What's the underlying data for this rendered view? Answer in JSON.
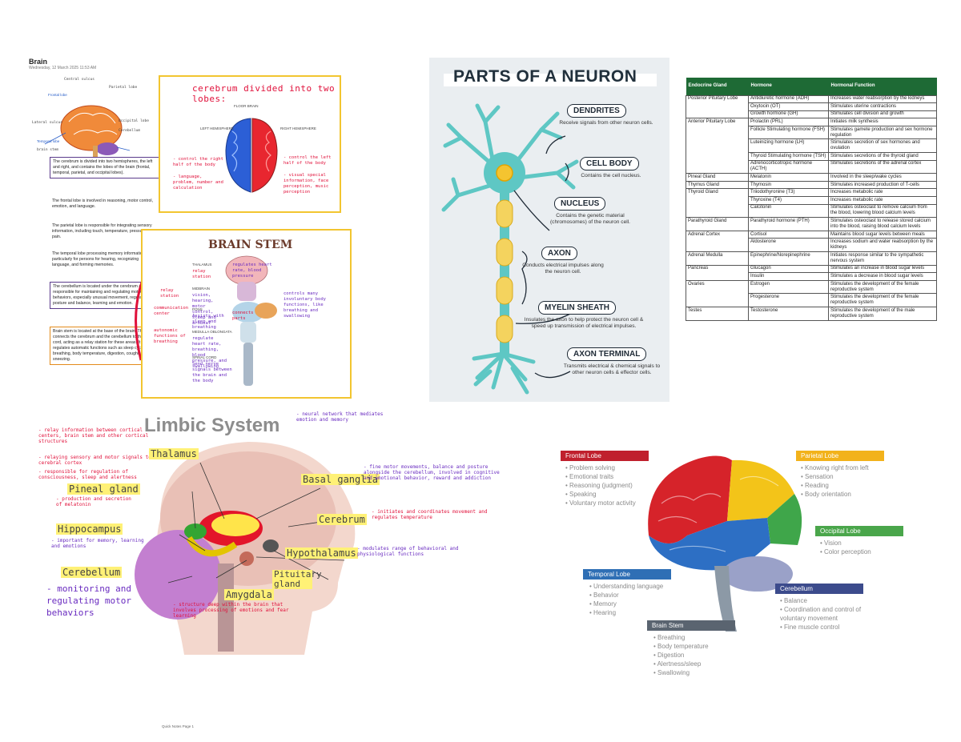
{
  "brain_notes": {
    "heading": "Brain",
    "subheading": "Wednesday, 12 March 2025    11:53 AM",
    "sketch_labels": {
      "frontal": "Frontal lobe",
      "parietal": "Parietal lobe",
      "occipital": "Occipital lobe",
      "temporal": "Temporal lobe",
      "cerebellum": "Cerebellum",
      "brainstem": "brain stem",
      "central": "Central sulcus",
      "lateral": "Lateral sulcus"
    },
    "notes": [
      "The cerebrum is divided into two hemispheres, the left and right, and contains the lobes of the brain (frontal, temporal, parietal, and occipital lobes).",
      "The frontal lobe is involved in reasoning, motor control, emotion, and language.",
      "The parietal lobe is responsible for integrating sensory information, including touch, temperature, pressure and pain.",
      "The temporal lobe processing memory information, particularly for persons for hearing, recognizing language, and forming memories.",
      "The cerebellum is located under the cerebrum and is responsible for maintaining and regulating motor behaviors, especially unusual movement, regulating posture and balance, learning and emotion.",
      "Brain stem is located at the base of the brain. The stem connects the cerebrum and the cerebellum to the spinal cord, acting as a relay station for these areas. It regulates automatic functions such as sleep cycles, breathing, body temperature, digestion, coughing and sneezing."
    ],
    "cerebrum_card": {
      "title": "cerebrum divided into two lobes:",
      "diagram_title": "FLOOR BRAIN",
      "left_hem": "LEFT HEMISPHERE",
      "right_hem": "RIGHT HEMISPHERE",
      "left_note_1": "- control the right half of the body",
      "left_note_2": "- language, problem, number and calculation",
      "right_note_1": "- control the left half of the body",
      "right_note_2": "- visual special information, face perception, music perception"
    },
    "stem_card": {
      "title": "BRAIN STEM",
      "thalamus_label": "THALAMUS",
      "midbrain_label": "MIDBRAIN",
      "pons_label": "PONS",
      "medulla_label": "MEDULLA OBLONGATA",
      "spinal_label": "SPINAL CORD",
      "thalamus_note": "relay station",
      "midbrain_note": "vision, hearing, motor control, sleep and arousal",
      "pons_note": "connects parts",
      "pons_desc": "Assists with sleep and breathing",
      "medulla_note": "regulates heart rate, blood pressure",
      "medulla_desc": "regulate heart rate, breathing, blood pressure, and swallowing",
      "spinal_desc": "Send nerve signals between the brain and the body",
      "left_tag_1": "relay station",
      "left_tag_2": "communication center",
      "left_tag_3": "autonomic functions of breathing",
      "right_tag": "controls many involuntary body functions, like breathing and swallowing"
    }
  },
  "neuron": {
    "title": "PARTS OF A NEURON",
    "parts": [
      {
        "label": "DENDRITES",
        "desc": "Receive signals from other neuron cells."
      },
      {
        "label": "CELL BODY",
        "desc": "Contains the cell nucleus."
      },
      {
        "label": "NUCLEUS",
        "desc": "Contains the genetic material (chromosomes) of the neuron cell."
      },
      {
        "label": "AXON",
        "desc": "Conducts electrical impulses along the neuron cell."
      },
      {
        "label": "MYELIN SHEATH",
        "desc": "Insulates the axon to help protect the neuron cell & speed up transmission of electrical impulses."
      },
      {
        "label": "AXON TERMINAL",
        "desc": "Transmits electrical & chemical signals to other neuron cells & effector cells."
      }
    ],
    "colors": {
      "neuron": "#5ec7c4",
      "myelin": "#f4d35e",
      "nucleus": "#f4c430"
    }
  },
  "endocrine": {
    "headers": [
      "Endocrine Gland",
      "Hormone",
      "Hormonal Function"
    ],
    "rows": [
      {
        "gland": "Posterior Pituitary Lobe",
        "span": 3,
        "hormone": "Antidiuretic hormone (ADH)",
        "function": "Increases water reabsorption by the kidneys"
      },
      {
        "gland": "",
        "span": 0,
        "hormone": "Oxytocin (OT)",
        "function": "Stimulates uterine contractions"
      },
      {
        "gland": "",
        "span": 0,
        "hormone": "Growth hormone (GH)",
        "function": "Stimulates cell division and growth"
      },
      {
        "gland": "Anterior Pituitary Lobe",
        "span": 5,
        "hormone": "Prolactin (PRL)",
        "function": "Initiates milk synthesis"
      },
      {
        "gland": "",
        "span": 0,
        "hormone": "Follicle Stimulating hormone (FSH)",
        "function": "Stimulates gamete production and sex hormone regulation"
      },
      {
        "gland": "",
        "span": 0,
        "hormone": "Luteinizing hormone (LH)",
        "function": "Stimulates secretion of sex hormones and ovulation"
      },
      {
        "gland": "",
        "span": 0,
        "hormone": "Thyroid Stimulating hormone (TSH)",
        "function": "Stimulates secretions of the thyroid gland"
      },
      {
        "gland": "",
        "span": 0,
        "hormone": "Adrenocorticotropic hormone (ACTH)",
        "function": "Stimulates secretions of the adrenal cortex"
      },
      {
        "gland": "Pineal Gland",
        "span": 1,
        "hormone": "Melatonin",
        "function": "Involved in the sleep/wake cycles"
      },
      {
        "gland": "Thymus Gland",
        "span": 1,
        "hormone": "Thymosin",
        "function": "Stimulates increased production of T-cells"
      },
      {
        "gland": "Thyroid Gland",
        "span": 3,
        "hormone": "Triiodothyronine (T3)",
        "function": "Increases metabolic rate"
      },
      {
        "gland": "",
        "span": 0,
        "hormone": "Thyroxine (T4)",
        "function": "Increases metabolic rate"
      },
      {
        "gland": "",
        "span": 0,
        "hormone": "Calcitonin",
        "function": "Stimulates osteoclast to remove calcium from the blood, lowering blood calcium levels"
      },
      {
        "gland": "Parathyroid Gland",
        "span": 1,
        "hormone": "Parathyroid hormone (PTH)",
        "function": "Stimulates osteoclast to release stored calcium into the blood, raising blood calcium levels"
      },
      {
        "gland": "Adrenal Cortex",
        "span": 2,
        "hormone": "Cortisol",
        "function": "Maintains blood sugar levels between meals"
      },
      {
        "gland": "",
        "span": 0,
        "hormone": "Aldosterone",
        "function": "Increases sodium and water reabsorption by the kidneys"
      },
      {
        "gland": "Adrenal Medulla",
        "span": 1,
        "hormone": "Epinephrine/Norepinephrine",
        "function": "Initiates response similar to the sympathetic nervous system"
      },
      {
        "gland": "Pancreas",
        "span": 2,
        "hormone": "Glucagon",
        "function": "Stimulates an increase in blood sugar levels"
      },
      {
        "gland": "",
        "span": 0,
        "hormone": "Insulin",
        "function": "Stimulates a decrease in blood sugar levels"
      },
      {
        "gland": "Ovaries",
        "span": 2,
        "hormone": "Estrogen",
        "function": "Stimulates the development of the female reproductive system"
      },
      {
        "gland": "",
        "span": 0,
        "hormone": "Progesterone",
        "function": "Stimulates the development of the female reproductive system"
      },
      {
        "gland": "Testes",
        "span": 1,
        "hormone": "Testosterone",
        "function": "Stimulates the development of the male reproductive system"
      }
    ]
  },
  "limbic": {
    "title": "Limbic System",
    "title_note": "- neural network that mediates emotion and memory",
    "labels": {
      "thalamus": "Thalamus",
      "pineal": "Pineal gland",
      "hippocampus": "Hippocampus",
      "cerebellum": "Cerebellum",
      "basal": "Basal ganglia",
      "cerebrum": "Cerebrum",
      "hypothalamus": "Hypothalamus",
      "pituitary": "Pituitary gland",
      "amygdala": "Amygdala"
    },
    "notes": {
      "thalamus": "- relay information between cortical centers, brain stem and other cortical structures",
      "thalamus_2": "- relaying sensory and motor signals to the cerebral cortex",
      "thalamus_3": "- responsible for regulation of consciousness, sleep and alertness",
      "pineal": "- production and secretion of melatonin",
      "hippocampus": "- important for memory, learning and emotions",
      "cerebellum": "- monitoring and regulating motor behaviors",
      "basal": "- fine motor movements, balance and posture alongside the cerebellum, involved in cognitive and emotional behavior, reward and addiction",
      "cerebrum": "- initiates and coordinates movement and regulates temperature",
      "hypothalamus": "- modulates range of behavioral and physiological functions",
      "amygdala": "- structure deep within the brain that involves processing of emotions and fear learning"
    }
  },
  "lobes": {
    "frontal": {
      "title": "Frontal Lobe",
      "items": [
        "Problem solving",
        "Emotional traits",
        "Reasoning (judgment)",
        "Speaking",
        "Voluntary motor activity"
      ],
      "color": "#c0202d"
    },
    "parietal": {
      "title": "Parietal Lobe",
      "items": [
        "Knowing right from left",
        "Sensation",
        "Reading",
        "Body orientation"
      ],
      "color": "#f2b21b"
    },
    "occipital": {
      "title": "Occipital Lobe",
      "items": [
        "Vision",
        "Color perception"
      ],
      "color": "#4aa64b"
    },
    "temporal": {
      "title": "Temporal Lobe",
      "items": [
        "Understanding language",
        "Behavior",
        "Memory",
        "Hearing"
      ],
      "color": "#2f6fb5"
    },
    "cerebellum": {
      "title": "Cerebellum",
      "items": [
        "Balance",
        "Coordination and control of voluntary movement",
        "Fine muscle control"
      ],
      "color": "#3c4b8c"
    },
    "brainstem": {
      "title": "Brain Stem",
      "items": [
        "Breathing",
        "Body temperature",
        "Digestion",
        "Alertness/sleep",
        "Swallowing"
      ],
      "color": "#5a6470"
    }
  },
  "footer": "Quick Notes Page 1"
}
